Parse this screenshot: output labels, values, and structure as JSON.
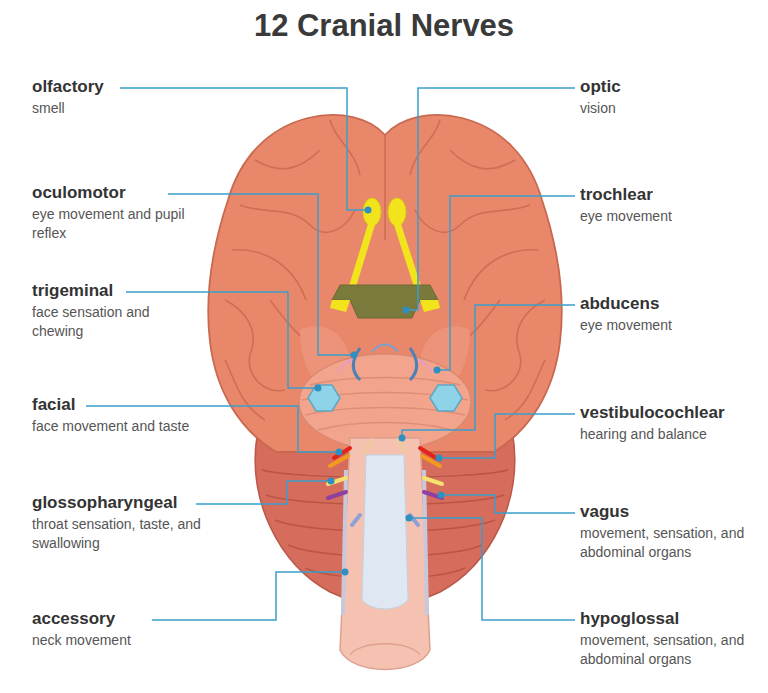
{
  "diagram": {
    "title": "12 Cranial Nerves",
    "labels": [
      "olfactory",
      "smell",
      "optic",
      "vision",
      "oculomotor",
      "eye movement and pupil reflex",
      "trochlear",
      "eye movement",
      "trigeminal",
      "face sensation and chewing",
      "abducens",
      "eye movement",
      "facial",
      "face movement and taste",
      "vestibulocochlear",
      "hearing and balance",
      "glossopharyngeal",
      "throat sensation, taste, and swallowing",
      "vagus",
      "movement, sensation, and abdominal organs",
      "accessory",
      "neck movement",
      "hypoglossal",
      "movement, sensation, and abdominal organs"
    ]
  }
}
